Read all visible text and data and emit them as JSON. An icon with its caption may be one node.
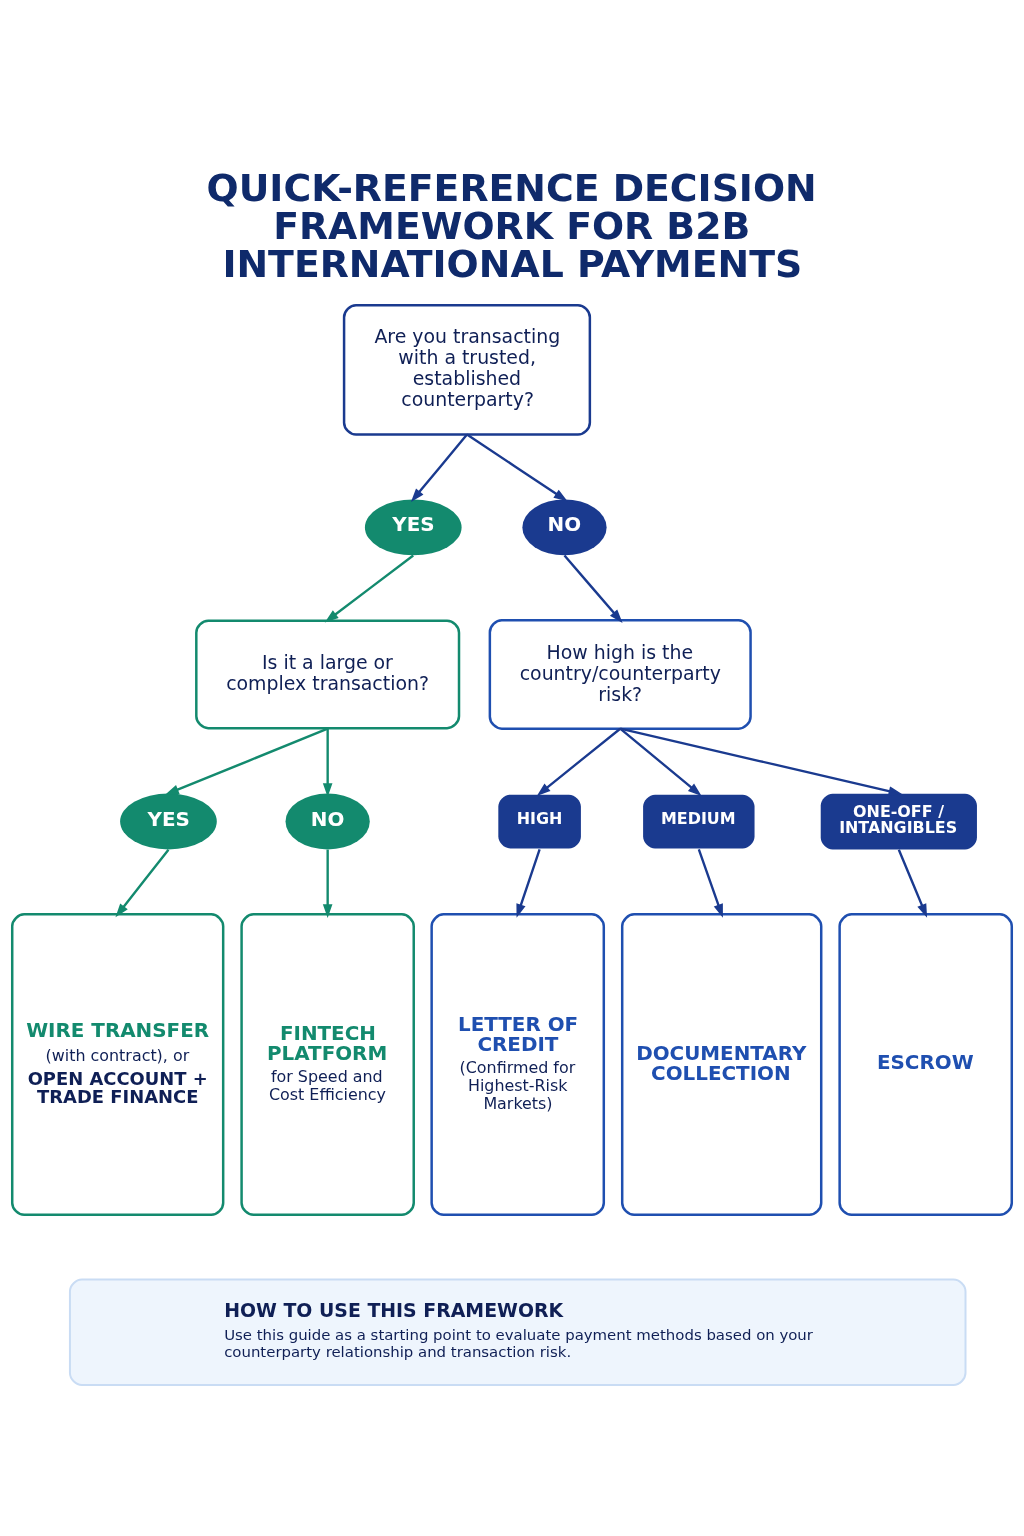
{
  "diagram": {
    "title": "QUICK-REFERENCE DECISION FRAMEWORK FOR B2B INTERNATIONAL PAYMENTS",
    "nodes": [
      {
        "text": [
          "Are you transacting with a trusted, established counterparty?"
        ]
      },
      {
        "text": [
          "YES"
        ]
      },
      {
        "text": [
          "NO"
        ]
      },
      {
        "text": [
          "Is it a large or complex transaction?"
        ]
      },
      {
        "text": [
          "How high is the country/counterparty risk?"
        ]
      },
      {
        "text": [
          "YES"
        ]
      },
      {
        "text": [
          "NO"
        ]
      },
      {
        "text": [
          "HIGH"
        ]
      },
      {
        "text": [
          "MEDIUM"
        ]
      },
      {
        "text": [
          "ONE-OFF / INTANGIBLES"
        ]
      },
      {
        "text": [
          "WIRE TRANSFER",
          "(with contract), or",
          "OPEN ACCOUNT + TRADE FINANCE"
        ]
      },
      {
        "text": [
          "FINTECH PLATFORM",
          "for Speed and Cost Efficiency"
        ]
      },
      {
        "text": [
          "LETTER OF CREDIT",
          "(Confirmed for Highest-Risk Markets)"
        ]
      },
      {
        "text": [
          "DOCUMENTARY COLLECTION"
        ]
      },
      {
        "text": [
          "ESCROW"
        ]
      },
      {
        "text": [
          "HOW TO USE THIS FRAMEWORK",
          "Use this guide as a starting point to evaluate payment methods based on your counterparty relationship and transaction risk."
        ]
      }
    ],
    "edges": [
      {
        "from": 0,
        "to": 1,
        "arrow": "to"
      },
      {
        "from": 0,
        "to": 2,
        "arrow": "to"
      },
      {
        "from": 1,
        "to": 3,
        "arrow": "to",
        "color": "#138a6e"
      },
      {
        "from": 2,
        "to": 4,
        "arrow": "to"
      },
      {
        "from": 3,
        "to": 5,
        "arrow": "to",
        "color": "#138a6e"
      },
      {
        "from": 3,
        "to": 6,
        "arrow": "to",
        "color": "#138a6e"
      },
      {
        "from": 4,
        "to": 7,
        "arrow": "to"
      },
      {
        "from": 4,
        "to": 8,
        "arrow": "to"
      },
      {
        "from": 4,
        "to": 9,
        "arrow": "to"
      },
      {
        "from": 5,
        "to": 10,
        "arrow": "to",
        "color": "#138a6e"
      },
      {
        "from": 6,
        "to": 11,
        "arrow": "to",
        "color": "#138a6e"
      },
      {
        "from": 7,
        "to": 12,
        "arrow": "to"
      },
      {
        "from": 8,
        "to": 13,
        "arrow": "to"
      },
      {
        "from": 9,
        "to": 14,
        "arrow": "to"
      }
    ]
  }
}
